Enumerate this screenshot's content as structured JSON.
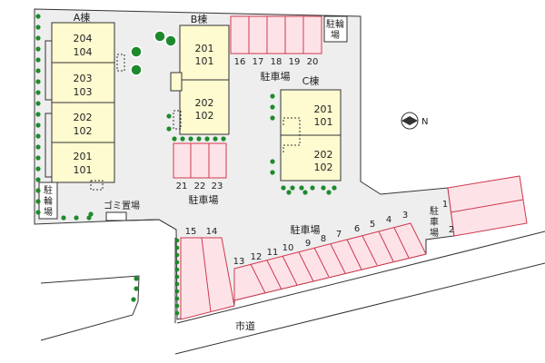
{
  "colors": {
    "lot_fill": "#eeeeee",
    "building_fill": "#fffbd0",
    "parking_fill": "#fde3e8",
    "parking_stroke": "#d0384f",
    "tree": "#1f8a2d",
    "outline": "#333333"
  },
  "compass": {
    "label": "N",
    "icon": "north-arrow-icon"
  },
  "buildings": [
    {
      "id": "A",
      "label": "A棟",
      "units": [
        [
          "204",
          "104"
        ],
        [
          "203",
          "103"
        ],
        [
          "202",
          "102"
        ],
        [
          "201",
          "101"
        ]
      ]
    },
    {
      "id": "B",
      "label": "B棟",
      "units": [
        [
          "201",
          "101"
        ],
        [
          "202",
          "102"
        ]
      ]
    },
    {
      "id": "C",
      "label": "C棟",
      "units": [
        [
          "201",
          "101"
        ],
        [
          "202",
          "102"
        ]
      ]
    }
  ],
  "bike_parking": {
    "top_right": {
      "lines": [
        "駐輪",
        "場"
      ]
    },
    "left": {
      "lines": [
        "駐",
        "輪",
        "場"
      ]
    }
  },
  "garbage": {
    "label": "ゴミ置場"
  },
  "parking_labels": {
    "top": "駐車場",
    "mid": "駐車場",
    "south": "駐車場",
    "east": [
      "駐",
      "車",
      "場"
    ]
  },
  "stalls": {
    "top": [
      "16",
      "17",
      "18",
      "19",
      "20"
    ],
    "mid": [
      "21",
      "22",
      "23"
    ],
    "south_left": [
      "15",
      "14"
    ],
    "south_row": [
      "13",
      "12",
      "11",
      "10",
      "9",
      "8",
      "7",
      "6",
      "5",
      "4",
      "3"
    ],
    "east": [
      "1",
      "2"
    ]
  },
  "road": {
    "label": "市道"
  }
}
